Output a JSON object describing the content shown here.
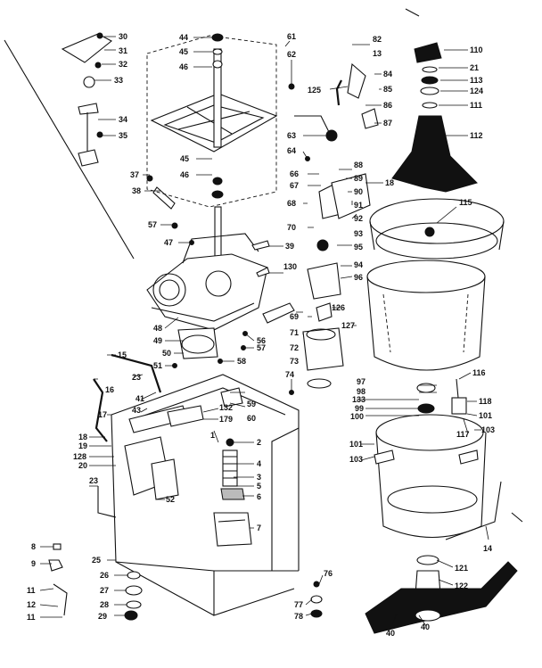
{
  "diagram": {
    "callouts": [
      {
        "id": "c30",
        "text": "30"
      },
      {
        "id": "c31",
        "text": "31"
      },
      {
        "id": "c32",
        "text": "32"
      },
      {
        "id": "c33",
        "text": "33"
      },
      {
        "id": "c34",
        "text": "34"
      },
      {
        "id": "c35",
        "text": "35"
      },
      {
        "id": "c37",
        "text": "37"
      },
      {
        "id": "c38",
        "text": "38"
      },
      {
        "id": "c57a",
        "text": "57"
      },
      {
        "id": "c44",
        "text": "44"
      },
      {
        "id": "c45a",
        "text": "45"
      },
      {
        "id": "c46a",
        "text": "46"
      },
      {
        "id": "c45b",
        "text": "45"
      },
      {
        "id": "c46b",
        "text": "46"
      },
      {
        "id": "c61",
        "text": "61"
      },
      {
        "id": "c62",
        "text": "62"
      },
      {
        "id": "c47",
        "text": "47"
      },
      {
        "id": "c48",
        "text": "48"
      },
      {
        "id": "c49",
        "text": "49"
      },
      {
        "id": "c50",
        "text": "50"
      },
      {
        "id": "c51",
        "text": "51"
      },
      {
        "id": "c39",
        "text": "39"
      },
      {
        "id": "c130",
        "text": "130"
      },
      {
        "id": "c56",
        "text": "56"
      },
      {
        "id": "c57b",
        "text": "57"
      },
      {
        "id": "c58",
        "text": "58"
      },
      {
        "id": "c82",
        "text": "82"
      },
      {
        "id": "c13",
        "text": "13"
      },
      {
        "id": "c125",
        "text": "125"
      },
      {
        "id": "c84",
        "text": "84"
      },
      {
        "id": "c85",
        "text": "85"
      },
      {
        "id": "c86",
        "text": "86"
      },
      {
        "id": "c87",
        "text": "87"
      },
      {
        "id": "c63",
        "text": "63"
      },
      {
        "id": "c64",
        "text": "64"
      },
      {
        "id": "c66",
        "text": "66"
      },
      {
        "id": "c67",
        "text": "67"
      },
      {
        "id": "c68",
        "text": "68"
      },
      {
        "id": "c70",
        "text": "70"
      },
      {
        "id": "c88",
        "text": "88"
      },
      {
        "id": "c89",
        "text": "89"
      },
      {
        "id": "c90",
        "text": "90"
      },
      {
        "id": "c91",
        "text": "91"
      },
      {
        "id": "c92",
        "text": "92"
      },
      {
        "id": "c18a",
        "text": "18"
      },
      {
        "id": "c93",
        "text": "93"
      },
      {
        "id": "c95",
        "text": "95"
      },
      {
        "id": "c94",
        "text": "94"
      },
      {
        "id": "c96",
        "text": "96"
      },
      {
        "id": "c126",
        "text": "126"
      },
      {
        "id": "c127",
        "text": "127"
      },
      {
        "id": "c69",
        "text": "69"
      },
      {
        "id": "c71",
        "text": "71"
      },
      {
        "id": "c72",
        "text": "72"
      },
      {
        "id": "c73",
        "text": "73"
      },
      {
        "id": "c74",
        "text": "74"
      },
      {
        "id": "c110",
        "text": "110"
      },
      {
        "id": "c21",
        "text": "21"
      },
      {
        "id": "c113",
        "text": "113"
      },
      {
        "id": "c124",
        "text": "124"
      },
      {
        "id": "c111",
        "text": "111"
      },
      {
        "id": "c112",
        "text": "112"
      },
      {
        "id": "c115",
        "text": "115"
      },
      {
        "id": "c116",
        "text": "116"
      },
      {
        "id": "c118",
        "text": "118"
      },
      {
        "id": "c101a",
        "text": "101"
      },
      {
        "id": "c117",
        "text": "117"
      },
      {
        "id": "c103a",
        "text": "103"
      },
      {
        "id": "c97",
        "text": "97"
      },
      {
        "id": "c98",
        "text": "98"
      },
      {
        "id": "c133",
        "text": "133"
      },
      {
        "id": "c99",
        "text": "99"
      },
      {
        "id": "c100",
        "text": "100"
      },
      {
        "id": "c101b",
        "text": "101"
      },
      {
        "id": "c103b",
        "text": "103"
      },
      {
        "id": "c14",
        "text": "14"
      },
      {
        "id": "c121",
        "text": "121"
      },
      {
        "id": "c122",
        "text": "122"
      },
      {
        "id": "c40a",
        "text": "40"
      },
      {
        "id": "c40b",
        "text": "40"
      },
      {
        "id": "c15",
        "text": "15"
      },
      {
        "id": "c16",
        "text": "16"
      },
      {
        "id": "c23a",
        "text": "23"
      },
      {
        "id": "c41",
        "text": "41"
      },
      {
        "id": "c43",
        "text": "43"
      },
      {
        "id": "c17",
        "text": "17"
      },
      {
        "id": "c18b",
        "text": "18"
      },
      {
        "id": "c19",
        "text": "19"
      },
      {
        "id": "c128",
        "text": "128"
      },
      {
        "id": "c20",
        "text": "20"
      },
      {
        "id": "c23b",
        "text": "23"
      },
      {
        "id": "c52",
        "text": "52"
      },
      {
        "id": "c132",
        "text": "132"
      },
      {
        "id": "c179",
        "text": "179"
      },
      {
        "id": "c59",
        "text": "59"
      },
      {
        "id": "c60",
        "text": "60"
      },
      {
        "id": "c1",
        "text": "1"
      },
      {
        "id": "c2",
        "text": "2"
      },
      {
        "id": "c4",
        "text": "4"
      },
      {
        "id": "c3",
        "text": "3"
      },
      {
        "id": "c5",
        "text": "5"
      },
      {
        "id": "c6",
        "text": "6"
      },
      {
        "id": "c7",
        "text": "7"
      },
      {
        "id": "c8",
        "text": "8"
      },
      {
        "id": "c9",
        "text": "9"
      },
      {
        "id": "c11a",
        "text": "11"
      },
      {
        "id": "c12",
        "text": "12"
      },
      {
        "id": "c11b",
        "text": "11"
      },
      {
        "id": "c25",
        "text": "25"
      },
      {
        "id": "c26",
        "text": "26"
      },
      {
        "id": "c27",
        "text": "27"
      },
      {
        "id": "c28",
        "text": "28"
      },
      {
        "id": "c29",
        "text": "29"
      },
      {
        "id": "c76",
        "text": "76"
      },
      {
        "id": "c77",
        "text": "77"
      },
      {
        "id": "c78",
        "text": "78"
      }
    ]
  }
}
